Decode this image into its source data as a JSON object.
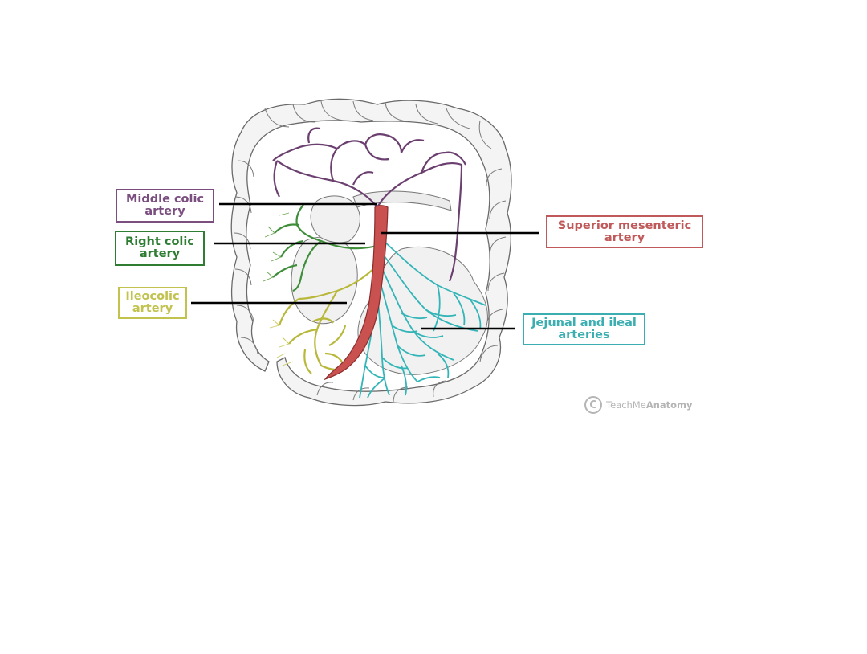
{
  "labels": {
    "middle_colic": {
      "line1": "Middle colic",
      "line2": "artery",
      "color": "#7b4e80"
    },
    "right_colic": {
      "line1": "Right colic",
      "line2": "artery",
      "color": "#2e7d32"
    },
    "ileocolic": {
      "line1": "Ileocolic",
      "line2": "artery",
      "color": "#c2c24e"
    },
    "superior_mesenteric": {
      "line1": "Superior mesenteric",
      "line2": "artery",
      "color": "#c05a5a"
    },
    "jejunal_ileal": {
      "line1": "Jejunal and ileal",
      "line2": "arteries",
      "color": "#3aaeb0"
    }
  },
  "watermark": {
    "symbol": "C",
    "brand_light": "TeachMe",
    "brand_bold": "Anatomy"
  },
  "colors": {
    "outline": "#555555",
    "leader_line": "#000000",
    "sma_fill": "#c9514f",
    "middle_colic": "#6b3f6f",
    "right_colic": "#3e8e3a",
    "ileocolic": "#b8b83a",
    "jejunal_ileal": "#33b5b8"
  }
}
